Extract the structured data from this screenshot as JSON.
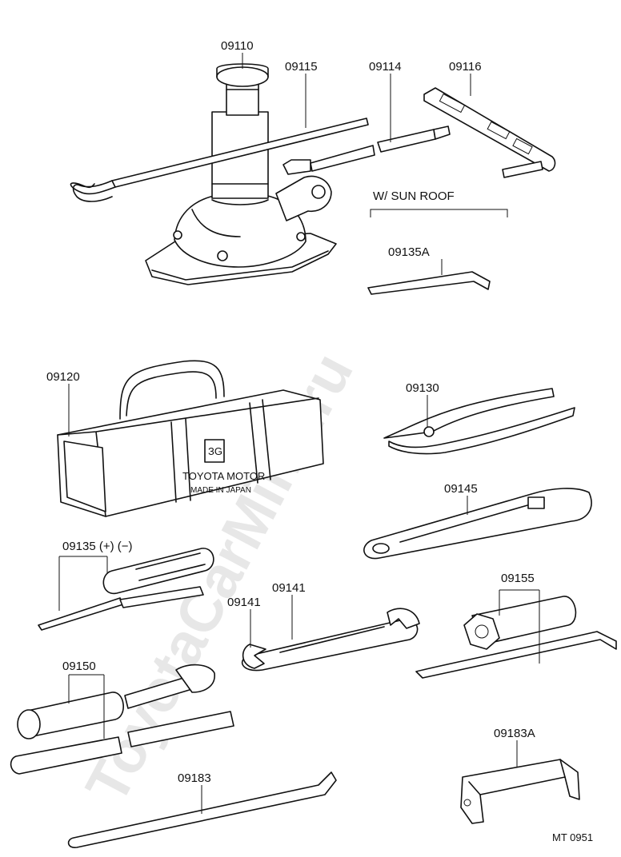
{
  "parts": {
    "jack": "09110",
    "jack_handle": "09115",
    "handle_extension": "09114",
    "jack_handle_lever": "09116",
    "sunroof_wrench": "09135A",
    "tool_bag": "09120",
    "pliers": "09130",
    "adjustable_wrench": "09145",
    "screwdriver": "09135 (+) (−)",
    "open_end_wrench_a": "09141",
    "open_end_wrench_b": "09141",
    "socket_wrench": "09155",
    "wheel_nut_wrench": "09150",
    "tire_lever": "09183",
    "hub_nut_wrench": "09183A"
  },
  "condition_label": "W/ SUN  ROOF",
  "bag_text": {
    "brand": "TOYOTA MOTOR",
    "origin": "MADE IN JAPAN",
    "emblem": "ЗG"
  },
  "figure_code": "MT  0951",
  "watermark": "ToyotaCarMine.ru",
  "colors": {
    "ink": "#111111",
    "background": "#ffffff"
  }
}
